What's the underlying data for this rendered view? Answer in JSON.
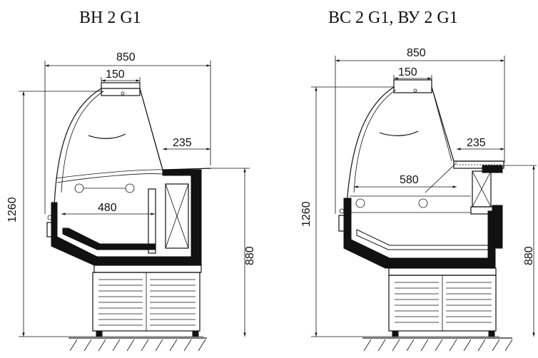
{
  "titles": {
    "left": "ВН 2 G1",
    "right": "ВС 2 G1, ВУ 2 G1"
  },
  "left_drawing": {
    "width_overall": "850",
    "top_width": "150",
    "shelf_width": "235",
    "inner_depth": "480",
    "total_height": "1260",
    "counter_height": "880"
  },
  "right_drawing": {
    "width_overall": "850",
    "top_width": "150",
    "shelf_width": "235",
    "inner_depth": "580",
    "total_height": "1260",
    "counter_height": "880"
  }
}
